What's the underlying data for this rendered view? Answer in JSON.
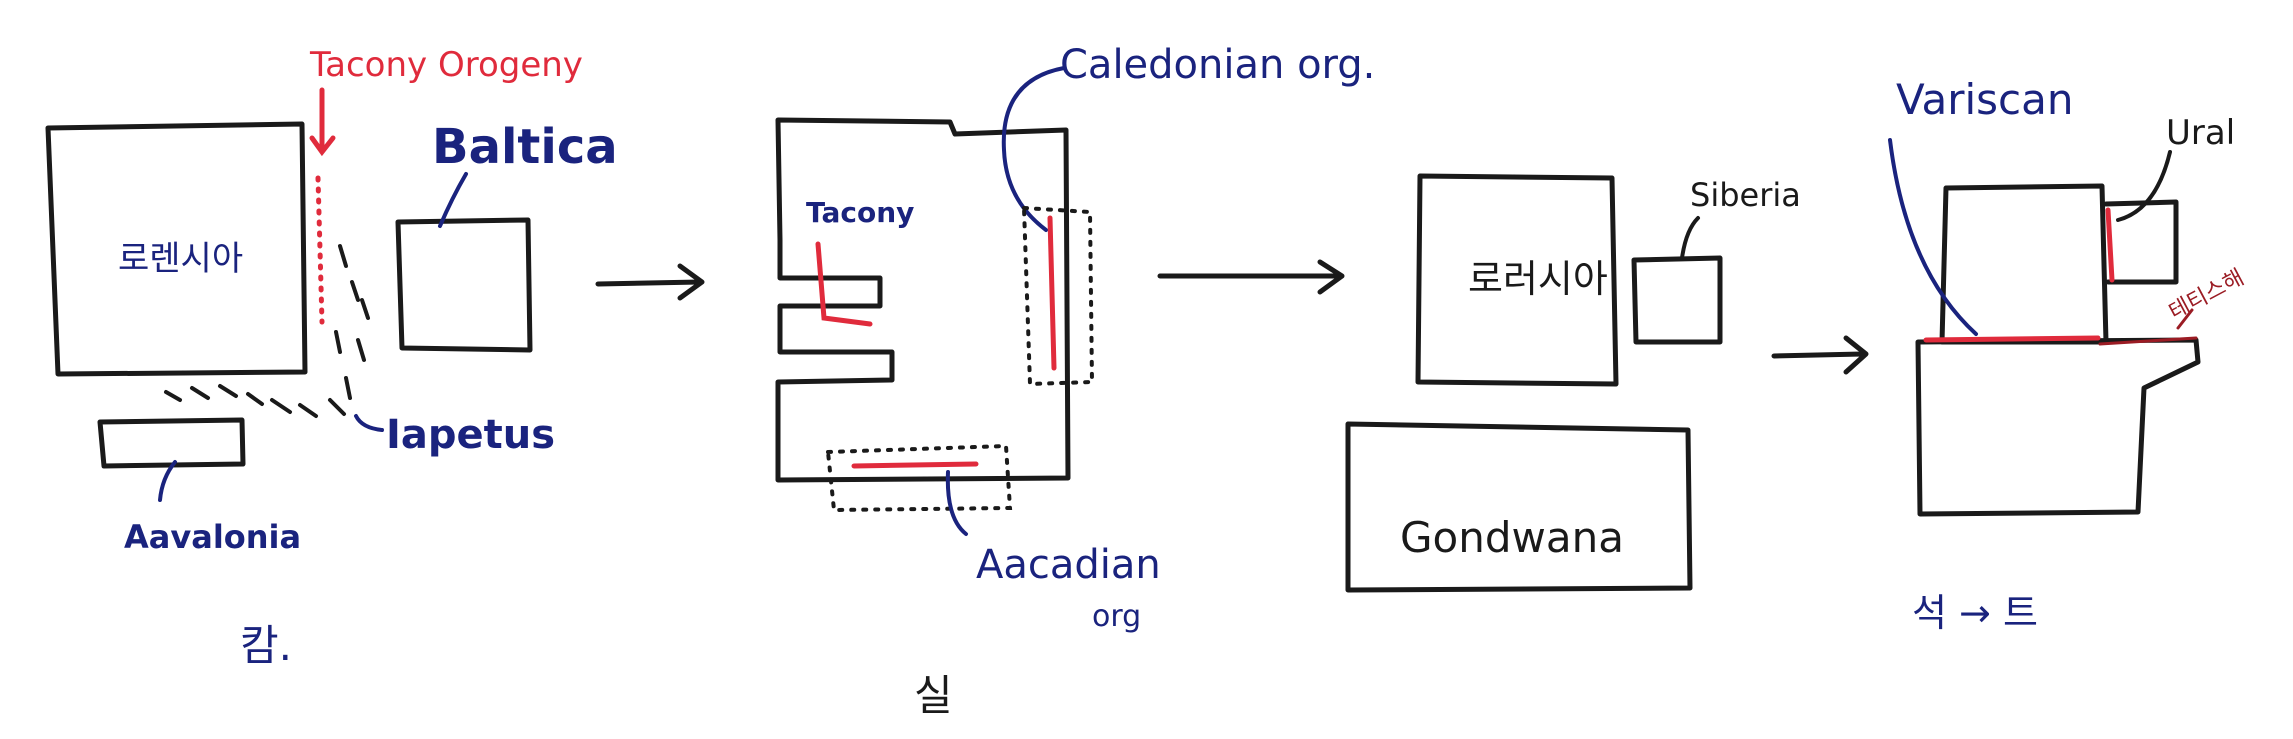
{
  "colors": {
    "continent_outline": "#1a1a1a",
    "orogeny_red": "#e02b3c",
    "label_blue": "#1a237e",
    "dark_red": "#9b1c24",
    "background": "#ffffff"
  },
  "stage1": {
    "laurentia_label": "로렌시아",
    "baltica_label": "Baltica",
    "avalonia_label": "Aavalonia",
    "iapetus_label": "Iapetus",
    "tacony_label": "Tacony Orogeny",
    "period_label": "캄."
  },
  "stage2": {
    "caledonian_label": "Caledonian org.",
    "tacony_label": "Tacony",
    "acadian_label_line1": "Aacadian",
    "acadian_label_line2": "org",
    "period_label": "실"
  },
  "stage3": {
    "laurussia_label": "로러시아",
    "siberia_label": "Siberia",
    "gondwana_label": "Gondwana"
  },
  "stage4": {
    "variscan_label": "Variscan",
    "ural_label": "Ural",
    "tethys_label": "테티스해",
    "period_label": "석 → 트"
  }
}
